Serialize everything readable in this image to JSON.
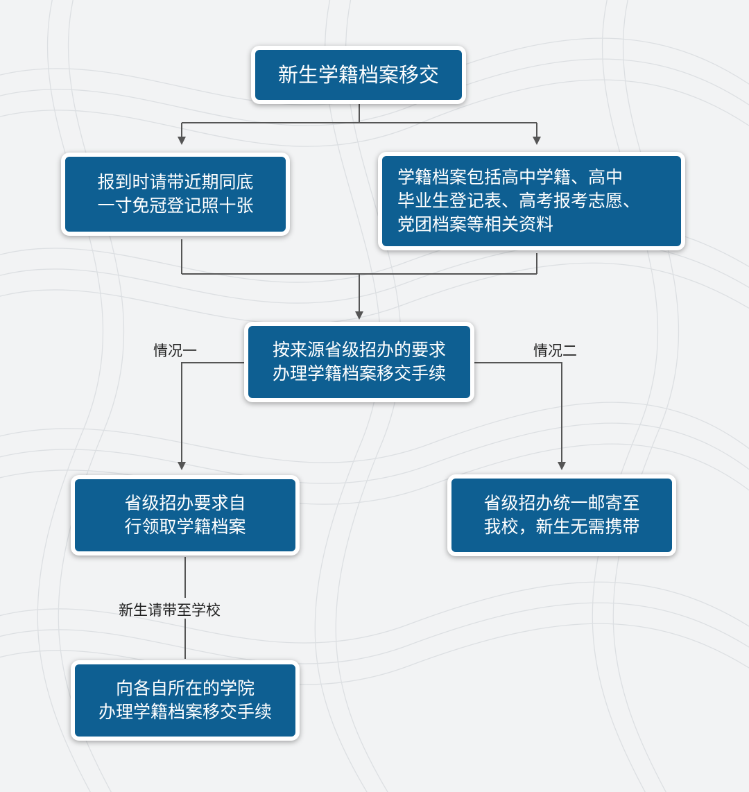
{
  "flowchart": {
    "nodes": {
      "start": [
        "新生学籍档案移交"
      ],
      "photos": [
        "报到时请带近期同底",
        "一寸免冠登记照十张"
      ],
      "archive_contents": [
        "学籍档案包括高中学籍、高中",
        "毕业生登记表、高考报考志愿、",
        "党团档案等相关资料"
      ],
      "handle": [
        "按来源省级招办的要求",
        "办理学籍档案移交手续"
      ],
      "self_pickup": [
        "省级招办要求自",
        "行领取学籍档案"
      ],
      "mailed": [
        "省级招办统一邮寄至",
        "我校，新生无需携带"
      ],
      "college": [
        "向各自所在的学院",
        "办理学籍档案移交手续"
      ]
    },
    "edge_labels": {
      "case_one": "情况一",
      "case_two": "情况二",
      "bring_to_school": "新生请带至学校"
    }
  },
  "colors": {
    "node_fill": "#0e5f92",
    "node_border": "#ffffff",
    "node_text": "#ffffff",
    "connector": "#555555",
    "background": "#f2f3f4"
  }
}
